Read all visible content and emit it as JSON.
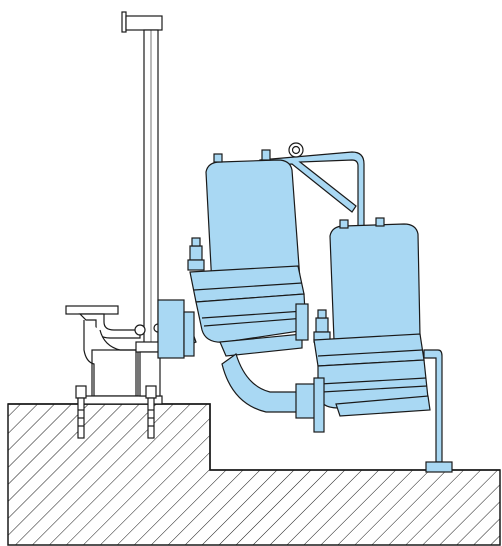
{
  "colors": {
    "pump_fill": "#a9d8f3",
    "pump_shade": "#8cc6ea",
    "line": "#1a1a1a",
    "background": "#ffffff"
  },
  "components": {
    "guide_rail": "guide-rail",
    "discharge_elbow": "discharge-elbow",
    "pump_lowered": "pump-lowered",
    "pump_raised": "pump-raised",
    "lifting_chain": "lifting-chain-bracket",
    "foundation": "concrete-foundation"
  }
}
